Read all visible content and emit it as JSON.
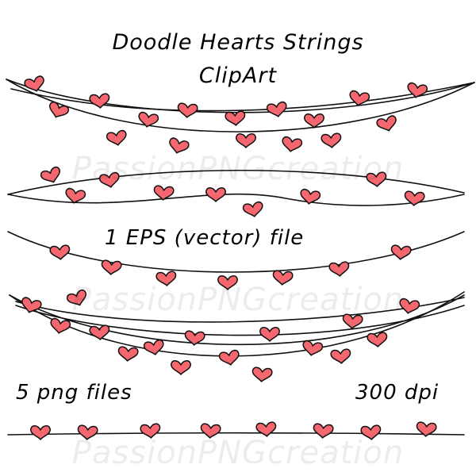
{
  "title": {
    "line1": "Doodle Hearts Strings",
    "line2": "ClipArt"
  },
  "labels": {
    "eps": "1 EPS (vector) file",
    "png": "5 png files",
    "dpi": "300 dpi"
  },
  "watermark": "PassionPNGcreation",
  "colors": {
    "heart_fill": "#f4676e",
    "stroke": "#111111",
    "background": "#ffffff"
  }
}
